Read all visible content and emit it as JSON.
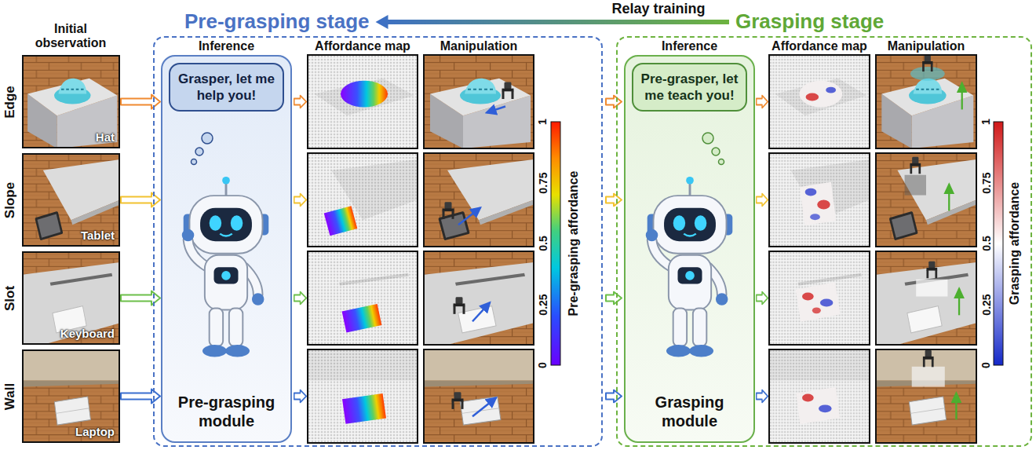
{
  "diagram": {
    "nodes": [
      {
        "text": [
          "Hat"
        ]
      },
      {
        "text": [
          "Tablet"
        ]
      },
      {
        "text": [
          "Keyboard"
        ]
      },
      {
        "text": [
          "Laptop"
        ]
      },
      {
        "text": [
          "Pre-grasping stage",
          "Affordance map",
          "Manipulation"
        ]
      },
      {
        "text": [
          "Inference",
          "Pre-grasping module"
        ],
        "in": 4
      },
      {
        "text": [
          "Grasper, let me help you!"
        ],
        "in": 5
      },
      {
        "text": [
          "Grasping stage",
          "Affordance map",
          "Manipulation"
        ]
      },
      {
        "text": [
          "Inference",
          "Grasping module"
        ],
        "in": 7
      },
      {
        "text": [
          "Pre-grasper, let me teach you!"
        ],
        "in": 8
      }
    ],
    "edges": [
      {
        "from": 0,
        "to": 5,
        "arrow": "to"
      },
      {
        "from": 1,
        "to": 5,
        "arrow": "to"
      },
      {
        "from": 2,
        "to": 5,
        "arrow": "to"
      },
      {
        "from": 3,
        "to": 5,
        "arrow": "to"
      },
      {
        "from": 7,
        "to": 4,
        "label": "Relay training",
        "arrow": "to"
      }
    ],
    "labels": [
      "Initial observation",
      "Edge",
      "Slope",
      "Slot",
      "Wall",
      "1",
      "0.75",
      "0.5",
      "0.25",
      "0",
      "Pre-grasping affordance",
      "1",
      "0.75",
      "0.5",
      "0.25",
      "0",
      "Grasping affordance"
    ]
  }
}
